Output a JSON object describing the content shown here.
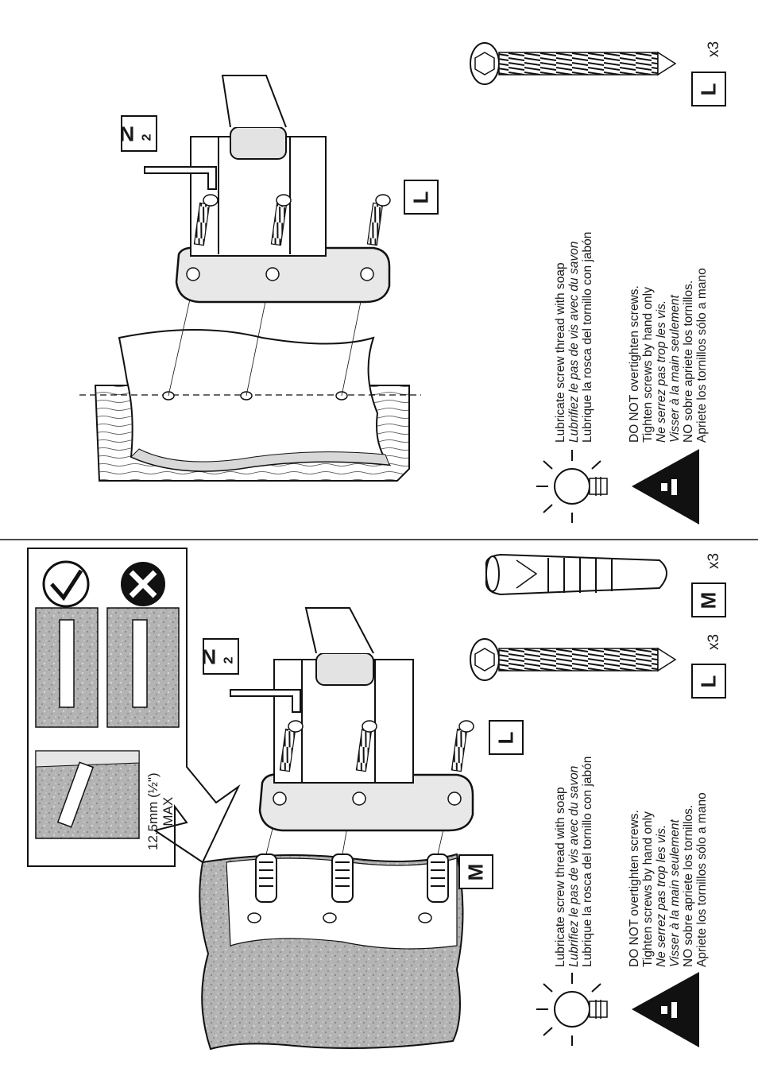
{
  "labels": {
    "screw": "L",
    "anchor": "M",
    "wrench": "N2",
    "wrench_letter": "N",
    "wrench_sub": "2"
  },
  "quantities": {
    "screw_qty": "x3",
    "anchor_qty": "x3"
  },
  "depth_note": {
    "value": "12.5mm (½\")",
    "max": "MAX"
  },
  "tip": {
    "line_en": "Lubricate screw thread with soap",
    "line_fr": "Lubrifiez le pas de vis avec du savon",
    "line_es": "Lubrique la rosca del  tornillo con jabón"
  },
  "warning": {
    "line1": "DO NOT overtighten screws.",
    "line2": "Tighten screws by hand only",
    "line3": "Ne serrez pas trop les vis.",
    "line4": "Visser à la main seulement",
    "line5": "NO sobre apriete los tornillos.",
    "line6": "Apriete los tornillos sólo a mano"
  },
  "colors": {
    "ink": "#1a1a1a",
    "concrete": "#a9a9a9",
    "paper": "#ffffff"
  }
}
